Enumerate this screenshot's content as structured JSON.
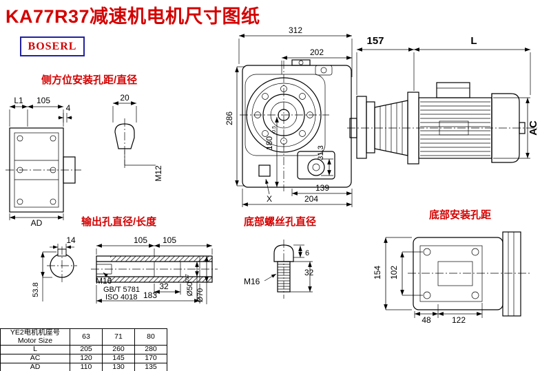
{
  "title": "KA77R37减速机电机尺寸图纸",
  "brand": "BOSERL",
  "labels": {
    "side_mount": "侧方位安装孔距/直径",
    "output_hole": "输出孔直径/长度",
    "bottom_screw": "底部螺丝孔直径",
    "bottom_mount": "底部安装孔距"
  },
  "dims": {
    "overall_width": "312",
    "inner_width": "202",
    "adapter_len": "157",
    "motor_len": "L",
    "height": "286",
    "center_height": "180",
    "center_height_tol": "-0.5",
    "hole_31_3": "31.3",
    "foot_139": "139",
    "depth_204": "204",
    "x_mark": "X",
    "motor_dia": "AC",
    "l1": "L1",
    "side_105": "105",
    "gap_4": "4",
    "side_ad": "AD",
    "pin_20": "20",
    "pin_thread": "M12",
    "key_14": "14",
    "key_53_8": "53.8",
    "shaft_105a": "105",
    "shaft_105b": "105",
    "shaft_thread": "M16",
    "std_gbt": "GB/T 5781",
    "std_iso": "ISO 4018",
    "shaft_32": "32",
    "shaft_183": "183",
    "bore_dia": "Ø50",
    "bore_tol": "017",
    "outer_dia": "Ø70",
    "screw_thread": "M16",
    "screw_6": "6",
    "screw_32": "32",
    "base_154": "154",
    "base_102": "102",
    "base_48": "48",
    "base_122": "122"
  },
  "table": {
    "motor_label_cn": "YE2电机机座号",
    "motor_label_en": "Motor Size",
    "sizes": [
      "63",
      "71",
      "80"
    ],
    "rows": [
      {
        "label": "L",
        "values": [
          "205",
          "260",
          "280"
        ]
      },
      {
        "label": "AC",
        "values": [
          "120",
          "145",
          "170"
        ]
      },
      {
        "label": "AD",
        "values": [
          "110",
          "130",
          "135"
        ]
      }
    ]
  },
  "colors": {
    "accent_red": "#d40000",
    "brand_blue": "#2020a0",
    "line": "#000000"
  }
}
